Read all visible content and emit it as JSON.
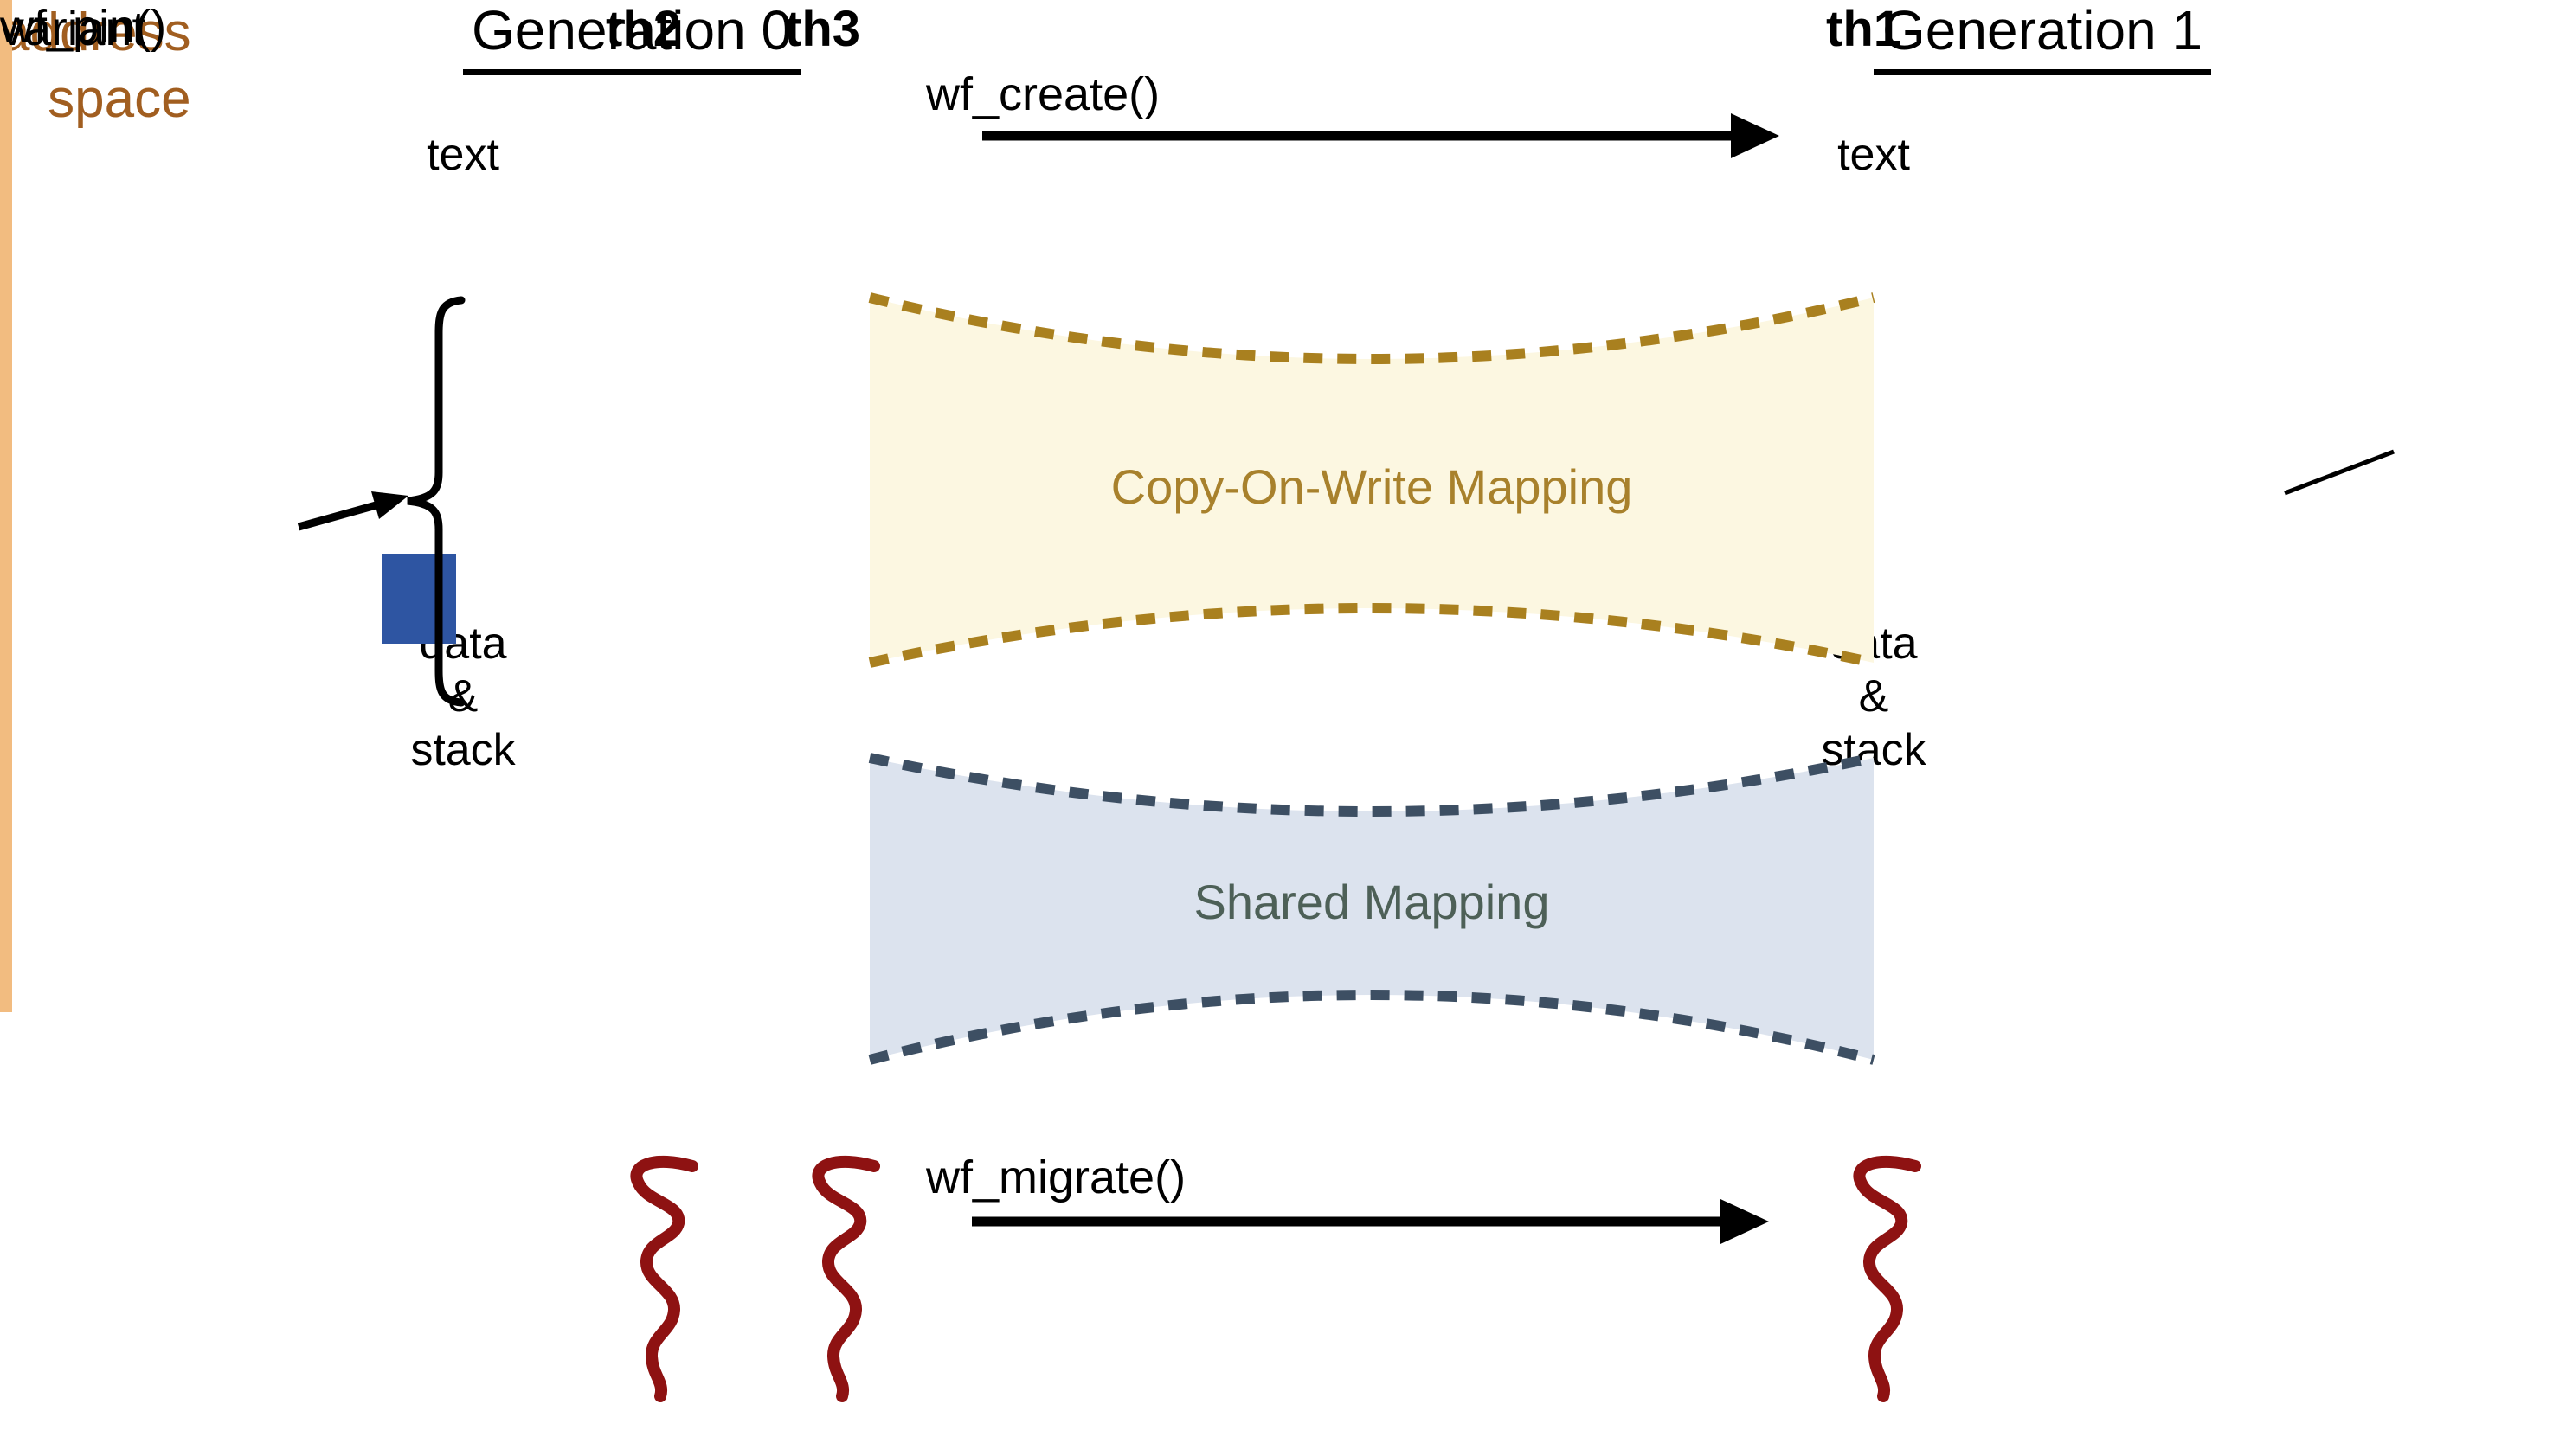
{
  "figure": {
    "description": "Address space generations diagram with copy-on-write and shared mappings"
  },
  "address_space": {
    "line1": "address",
    "line2": "space"
  },
  "generations": {
    "gen0_title": "Generation 0",
    "gen1_title": "Generation 1"
  },
  "api_labels": {
    "create": "wf_create()",
    "migrate": "wf_migrate()",
    "pin": "wf_pin()"
  },
  "mappings": {
    "cow_label": "Copy-On-Write Mapping",
    "shared_label": "Shared Mapping"
  },
  "columns": {
    "gen0": {
      "text_label": "text",
      "data_lines": [
        "data",
        "&",
        "stack"
      ]
    },
    "gen1": {
      "text_label": "text",
      "data_lines": [
        "data",
        "&",
        "stack"
      ]
    }
  },
  "variant_label": "variant",
  "threads": {
    "th_left1": "th2",
    "th_left2": "th3",
    "th_right": "th1"
  },
  "colors": {
    "segment_gray": "#EBEBEB",
    "segment_yellow": "#F2E6A6",
    "segment_blue": "#9CC5E1",
    "segment_green": "#6BAD50",
    "pinned_square_blue": "#2E55A2",
    "cow_fill": "#FCF7E1",
    "cow_dash": "#A9801F",
    "cow_text": "#A8812C",
    "shared_fill": "#DCE3EE",
    "shared_dash": "#3D4F63",
    "shared_text": "#4D6057",
    "address_line_orange": "#F2BC80",
    "address_text_brown": "#A15E20",
    "thread_red": "#8E1212",
    "ink_black": "#000000"
  }
}
